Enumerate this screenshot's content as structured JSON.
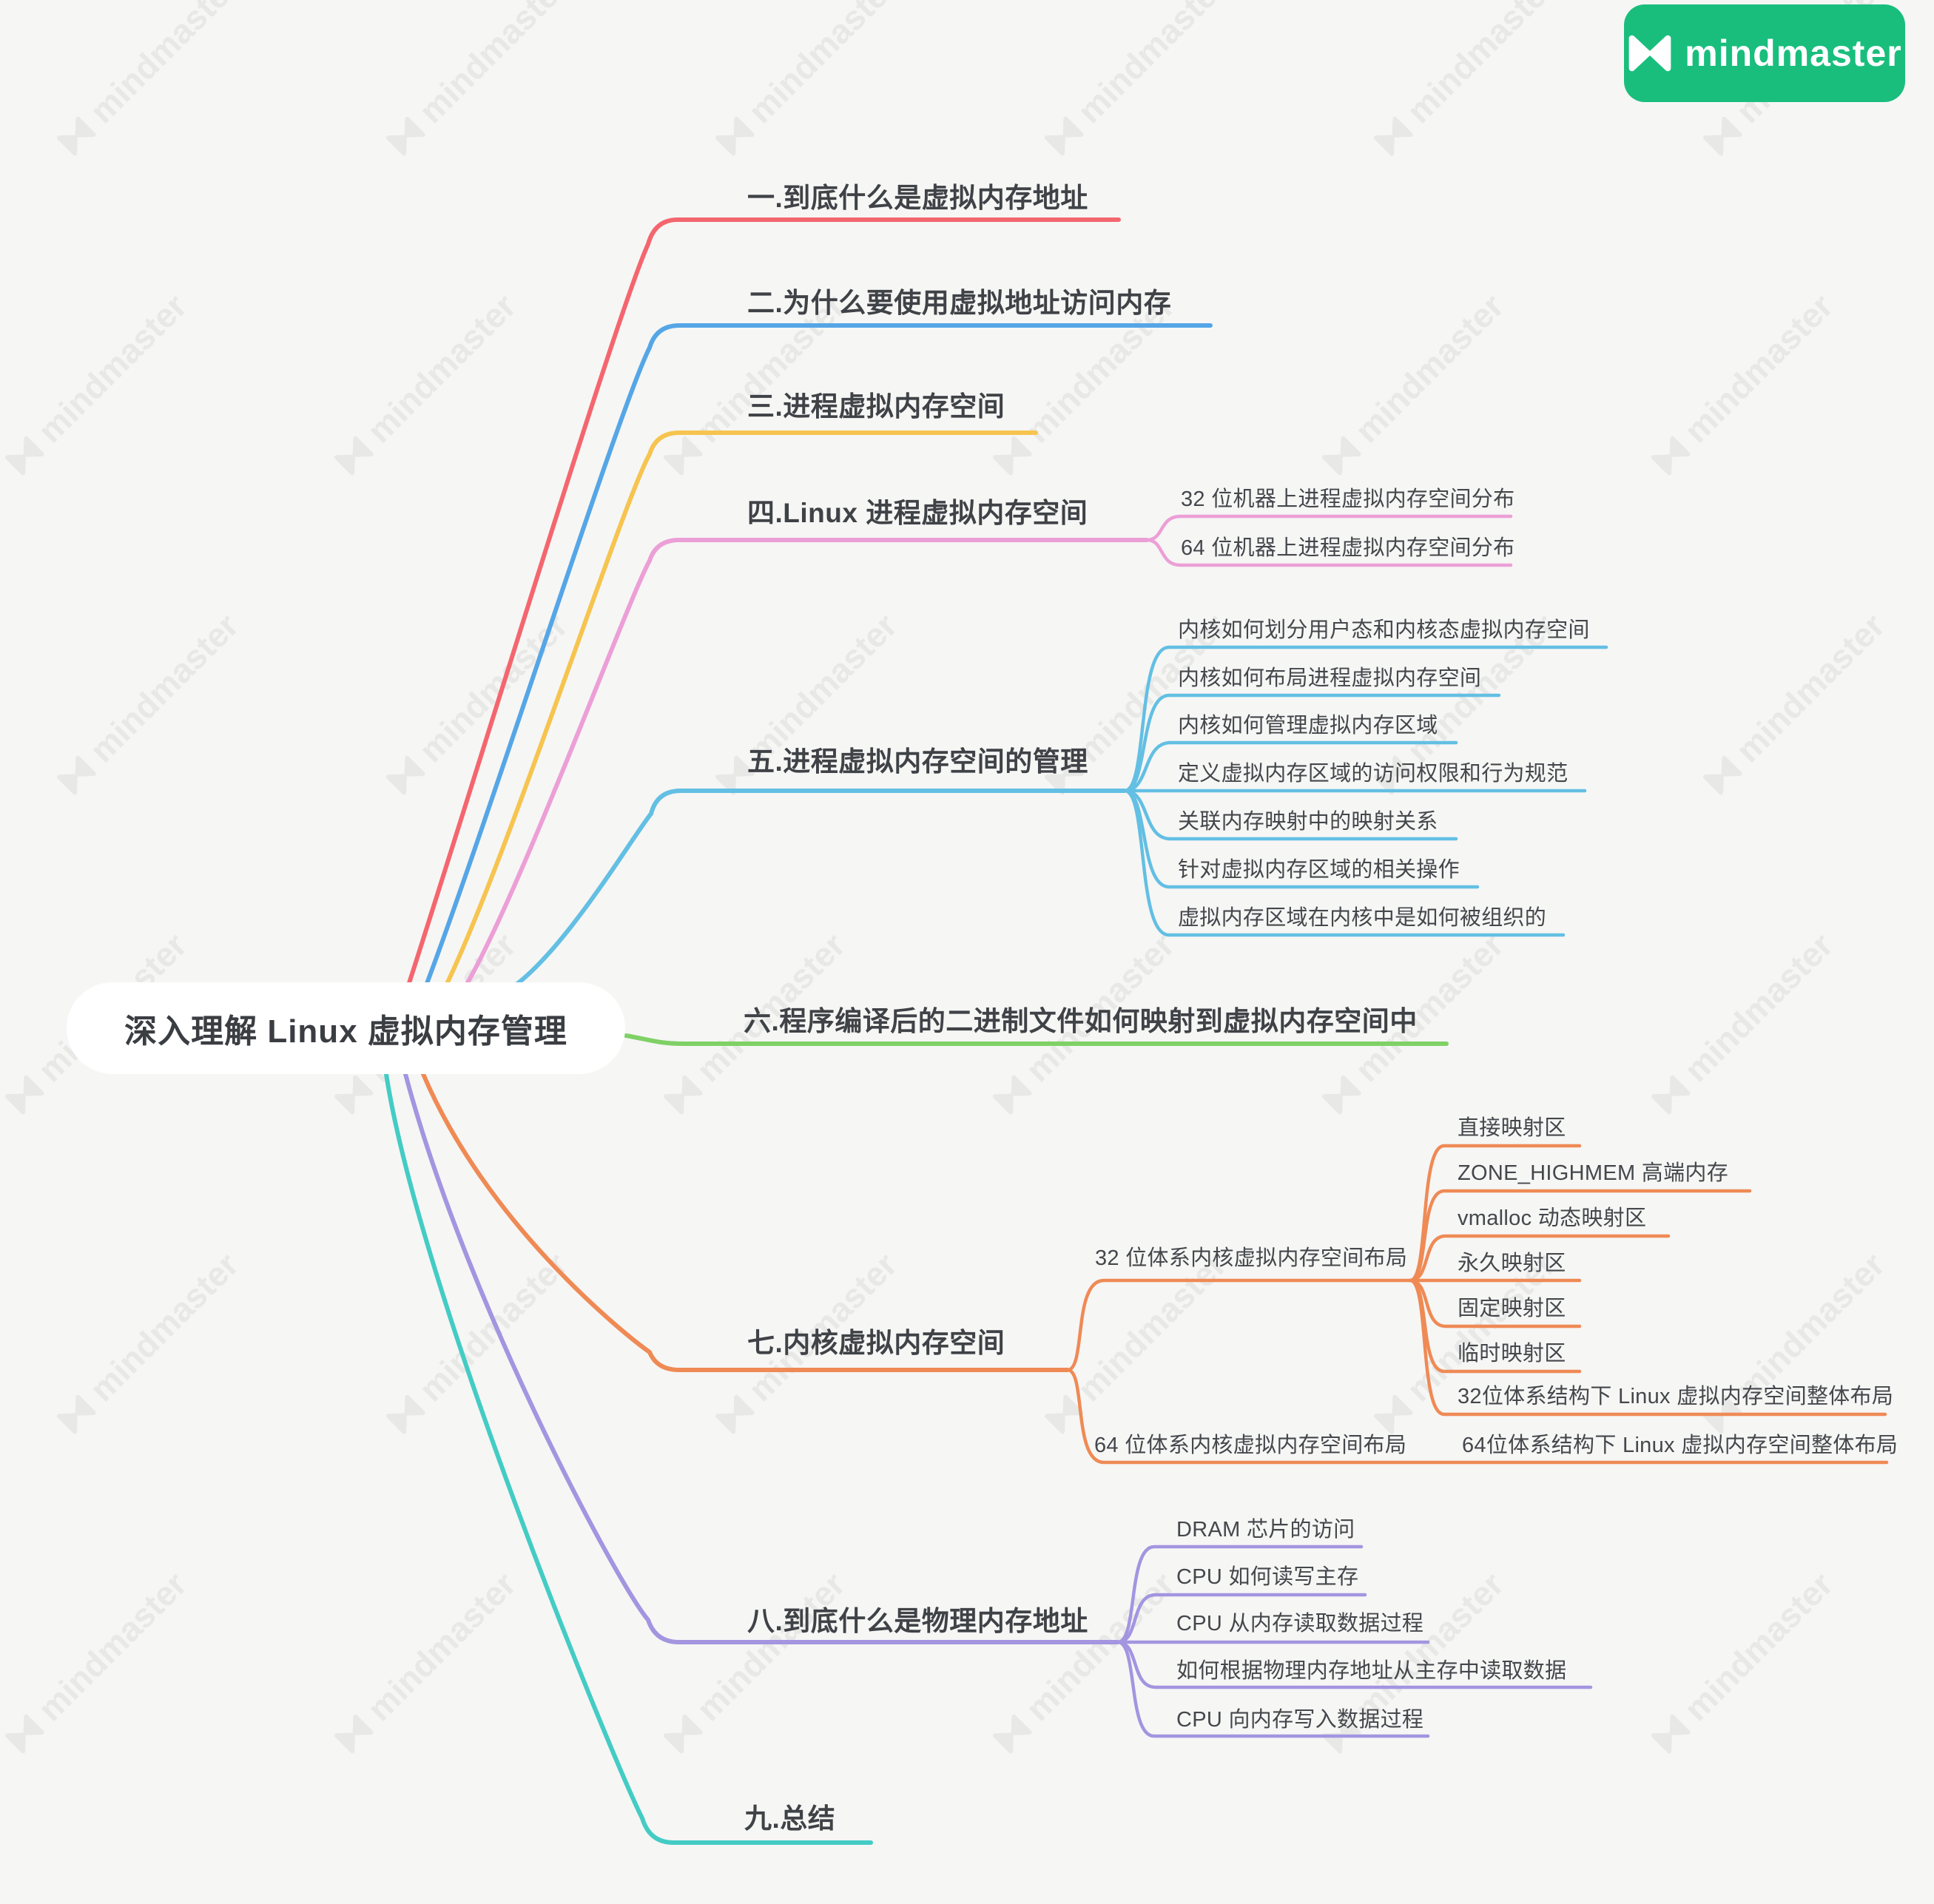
{
  "brand": {
    "name": "mindmaster",
    "green": "#19BE7D"
  },
  "watermark": {
    "text": "mindmaster"
  },
  "root": {
    "label": "深入理解 Linux 虚拟内存管理"
  },
  "colors": {
    "background": "#f6f6f5",
    "text": "#3f4246"
  },
  "branches": [
    {
      "label": "一.到底什么是虚拟内存地址",
      "color": "#F4666E",
      "children": []
    },
    {
      "label": "二.为什么要使用虚拟地址访问内存",
      "color": "#55A6E6",
      "children": []
    },
    {
      "label": "三.进程虚拟内存空间",
      "color": "#F6C44F",
      "children": []
    },
    {
      "label": "四.Linux 进程虚拟内存空间",
      "color": "#EC9FD6",
      "children": [
        {
          "label": "32 位机器上进程虚拟内存空间分布"
        },
        {
          "label": "64 位机器上进程虚拟内存空间分布"
        }
      ]
    },
    {
      "label": "五.进程虚拟内存空间的管理",
      "color": "#63BFE3",
      "children": [
        {
          "label": "内核如何划分用户态和内核态虚拟内存空间"
        },
        {
          "label": "内核如何布局进程虚拟内存空间"
        },
        {
          "label": "内核如何管理虚拟内存区域"
        },
        {
          "label": "定义虚拟内存区域的访问权限和行为规范"
        },
        {
          "label": "关联内存映射中的映射关系"
        },
        {
          "label": "针对虚拟内存区域的相关操作"
        },
        {
          "label": "虚拟内存区域在内核中是如何被组织的"
        }
      ]
    },
    {
      "label": "六.程序编译后的二进制文件如何映射到虚拟内存空间中",
      "color": "#7FD166",
      "children": []
    },
    {
      "label": "七.内核虚拟内存空间",
      "color": "#EF8A55",
      "children": [
        {
          "label": "32 位体系内核虚拟内存空间布局",
          "children": [
            {
              "label": "直接映射区"
            },
            {
              "label": "ZONE_HIGHMEM 高端内存"
            },
            {
              "label": "vmalloc 动态映射区"
            },
            {
              "label": "永久映射区"
            },
            {
              "label": "固定映射区"
            },
            {
              "label": "临时映射区"
            },
            {
              "label": "32位体系结构下 Linux 虚拟内存空间整体布局"
            }
          ]
        },
        {
          "label": "64 位体系内核虚拟内存空间布局",
          "children": [
            {
              "label": "64位体系结构下 Linux 虚拟内存空间整体布局"
            }
          ]
        }
      ]
    },
    {
      "label": "八.到底什么是物理内存地址",
      "color": "#A395E0",
      "children": [
        {
          "label": "DRAM 芯片的访问"
        },
        {
          "label": "CPU 如何读写主存"
        },
        {
          "label": "CPU 从内存读取数据过程"
        },
        {
          "label": "如何根据物理内存地址从主存中读取数据"
        },
        {
          "label": "CPU 向内存写入数据过程"
        }
      ]
    },
    {
      "label": "九.总结",
      "color": "#43CCC4",
      "children": []
    }
  ]
}
